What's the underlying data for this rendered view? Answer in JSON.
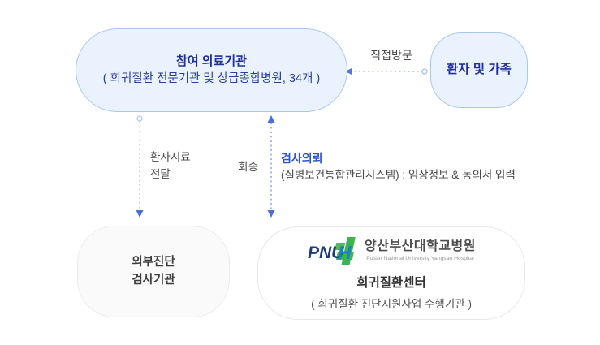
{
  "nodes": {
    "participating": {
      "title": "참여 의료기관",
      "subtitle": "( 희귀질환 전문기관 및 상급종합병원, 34개 )"
    },
    "patient": {
      "title": "환자 및 가족"
    },
    "external_lab": {
      "line1": "외부진단",
      "line2": "검사기관"
    },
    "center": {
      "logo_pnu": "PNU",
      "logo_h": "H",
      "hospital_name_ko": "양산부산대학교병원",
      "hospital_name_en": "Pusan National University Yangsan Hospital",
      "center_name": "희귀질환센터",
      "center_subtitle": "( 희귀질환 진단지원사업 수행기관 )"
    }
  },
  "edges": {
    "direct_visit": {
      "label": "직접방문"
    },
    "sample_delivery": {
      "label_line1": "환자시료",
      "label_line2": "전달"
    },
    "referral": {
      "left_label": "회송",
      "title": "검사의뢰",
      "desc": "(질병보건통합관리시스템) : 임상정보 & 동의서 입력"
    }
  },
  "colors": {
    "node_blue_fill": "#e9f2fd",
    "node_blue_border": "#abc7f0",
    "node_gray_fill": "#fafafa",
    "node_white_fill": "#ffffff",
    "title_navy": "#212f9e",
    "accent_blue": "#2e56cc",
    "text_gray": "#4a4a4a",
    "arrowhead_blue": "#4a6fd8",
    "dash_light_blue": "#b7c9ee",
    "dash_mid_blue": "#8aa4e8",
    "logo_green": "#3eb549",
    "logo_navy": "#1e3c7d",
    "logo_blue": "#1d7fc4"
  }
}
